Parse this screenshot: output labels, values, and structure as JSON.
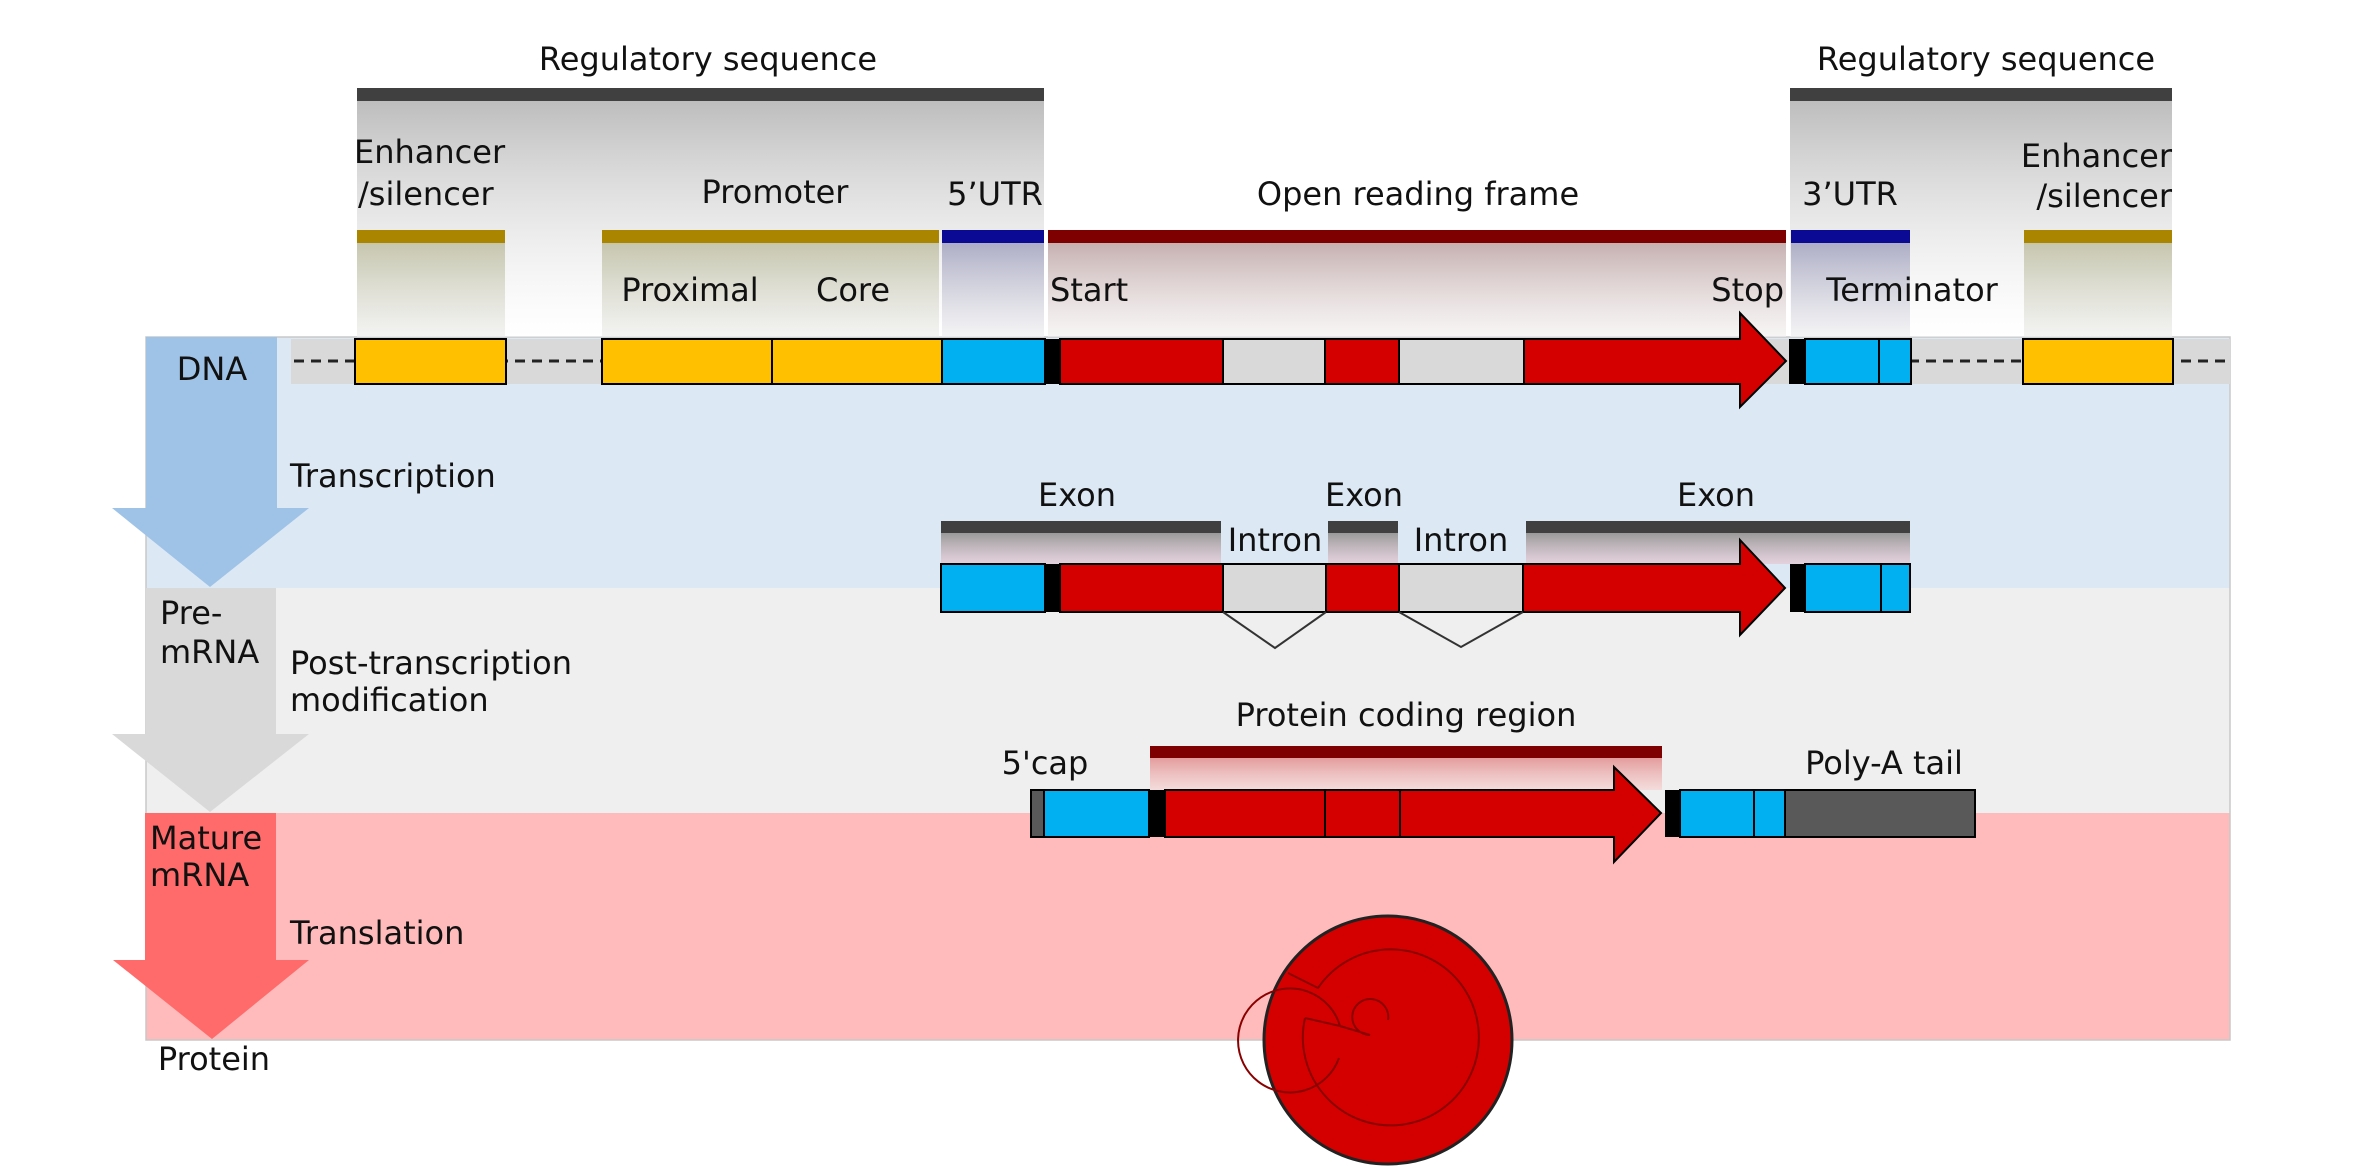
{
  "title": "Gene structure and expression: DNA to protein",
  "colors": {
    "band_dna": "#dde8f5",
    "band_premrna": "#efefef",
    "band_mature": "#ffbbbb",
    "arrow_transcription": "#9fc3e7",
    "arrow_posttranscription": "#d9d9d9",
    "arrow_translation": "#ff6b6b",
    "enhancer": "#ffc000",
    "utr": "#00b0f0",
    "coding": "#d40000",
    "intron": "#d9d9d9",
    "codon_marker": "#000000",
    "cap": "#595959",
    "poly_a": "#595959",
    "regulatory_bar": "#404040",
    "enhancer_bar": "#a98500",
    "utr_bar": "#0a0a94",
    "orf_bar": "#7f0000",
    "exon_bar": "#404040",
    "protein": "#d40000",
    "dna_strip": "#d9d9d9"
  },
  "stages": [
    {
      "id": "dna",
      "label": "DNA",
      "process": "Transcription"
    },
    {
      "id": "premrna",
      "label_lines": [
        "Pre-",
        "mRNA"
      ],
      "process_lines": [
        "Post-transcription",
        "modification"
      ]
    },
    {
      "id": "mature",
      "label_lines": [
        "Mature",
        "mRNA"
      ],
      "process": "Translation"
    },
    {
      "id": "protein",
      "label": "Protein"
    }
  ],
  "dna": {
    "top_labels": {
      "regulatory_left": "Regulatory sequence",
      "regulatory_right": "Regulatory sequence",
      "enhancer_left": [
        "Enhancer",
        "/silencer"
      ],
      "enhancer_right": [
        "Enhancer",
        "/silencer"
      ],
      "promoter": "Promoter",
      "utr5": "5’UTR",
      "orf": "Open reading frame",
      "utr3": "3’UTR"
    },
    "inner_labels": {
      "proximal": "Proximal",
      "core": "Core",
      "start": "Start",
      "stop": "Stop",
      "terminator": "Terminator"
    },
    "segments": [
      {
        "name": "enhancer-left",
        "type": "enhancer"
      },
      {
        "name": "promoter-proximal",
        "type": "enhancer"
      },
      {
        "name": "promoter-core",
        "type": "enhancer"
      },
      {
        "name": "utr5",
        "type": "utr"
      },
      {
        "name": "start-codon",
        "type": "codon_marker"
      },
      {
        "name": "exon-1",
        "type": "coding"
      },
      {
        "name": "intron-1",
        "type": "intron"
      },
      {
        "name": "exon-2",
        "type": "coding"
      },
      {
        "name": "intron-2",
        "type": "intron"
      },
      {
        "name": "exon-3",
        "type": "coding"
      },
      {
        "name": "stop-codon",
        "type": "codon_marker"
      },
      {
        "name": "utr3",
        "type": "utr"
      },
      {
        "name": "terminator",
        "type": "utr"
      },
      {
        "name": "enhancer-right",
        "type": "enhancer"
      }
    ]
  },
  "premrna": {
    "exon_labels": [
      "Exon",
      "Exon",
      "Exon"
    ],
    "intron_labels": [
      "Intron",
      "Intron"
    ]
  },
  "mature": {
    "labels": {
      "cap": "5'cap",
      "coding_region": "Protein coding region",
      "poly_a": "Poly-A tail"
    }
  }
}
